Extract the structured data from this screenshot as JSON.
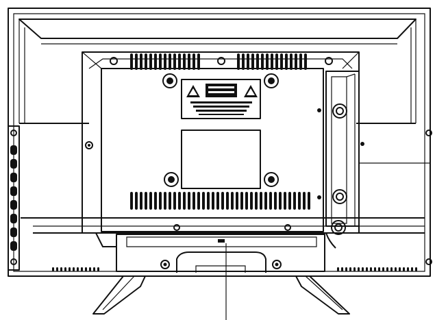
{
  "diagram": {
    "subject": "tv-rear-view",
    "parts": [
      "outer-bezel",
      "rear-cover-panel",
      "warning-label",
      "center-label-area",
      "vesa-mount-screws",
      "ventilation-slots",
      "side-io-panel",
      "connector-panel",
      "stand-neck",
      "stand-feet",
      "callout-lines"
    ],
    "warning_label": {
      "symbol": "⚠",
      "text": ""
    },
    "colors": {
      "line": "#111111",
      "background": "#ffffff"
    }
  }
}
